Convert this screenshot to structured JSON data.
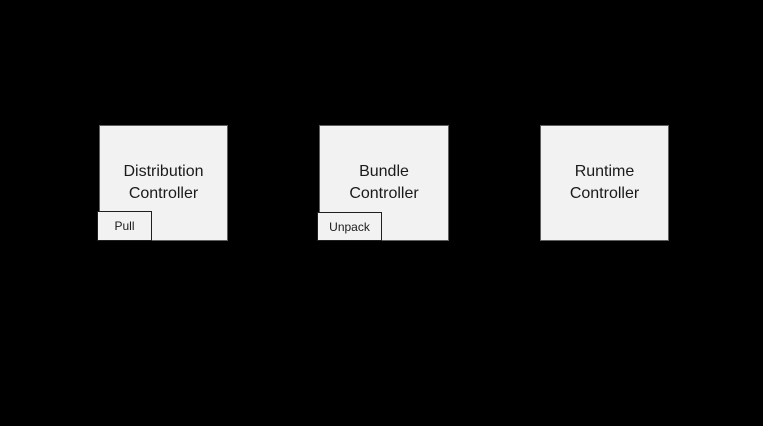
{
  "canvas": {
    "background_color": "#000000"
  },
  "diagram": {
    "node_fill_color": "#f2f2f2",
    "node_border_color": "#5f5f5f",
    "badge_border_color": "#1f1f1f",
    "text_color": "#1a1a1a",
    "nodes": [
      {
        "title_line1": "Distribution",
        "title_line2": "Controller",
        "badge_label": "Pull"
      },
      {
        "title_line1": "Bundle",
        "title_line2": "Controller",
        "badge_label": "Unpack"
      },
      {
        "title_line1": "Runtime",
        "title_line2": "Controller"
      }
    ]
  }
}
